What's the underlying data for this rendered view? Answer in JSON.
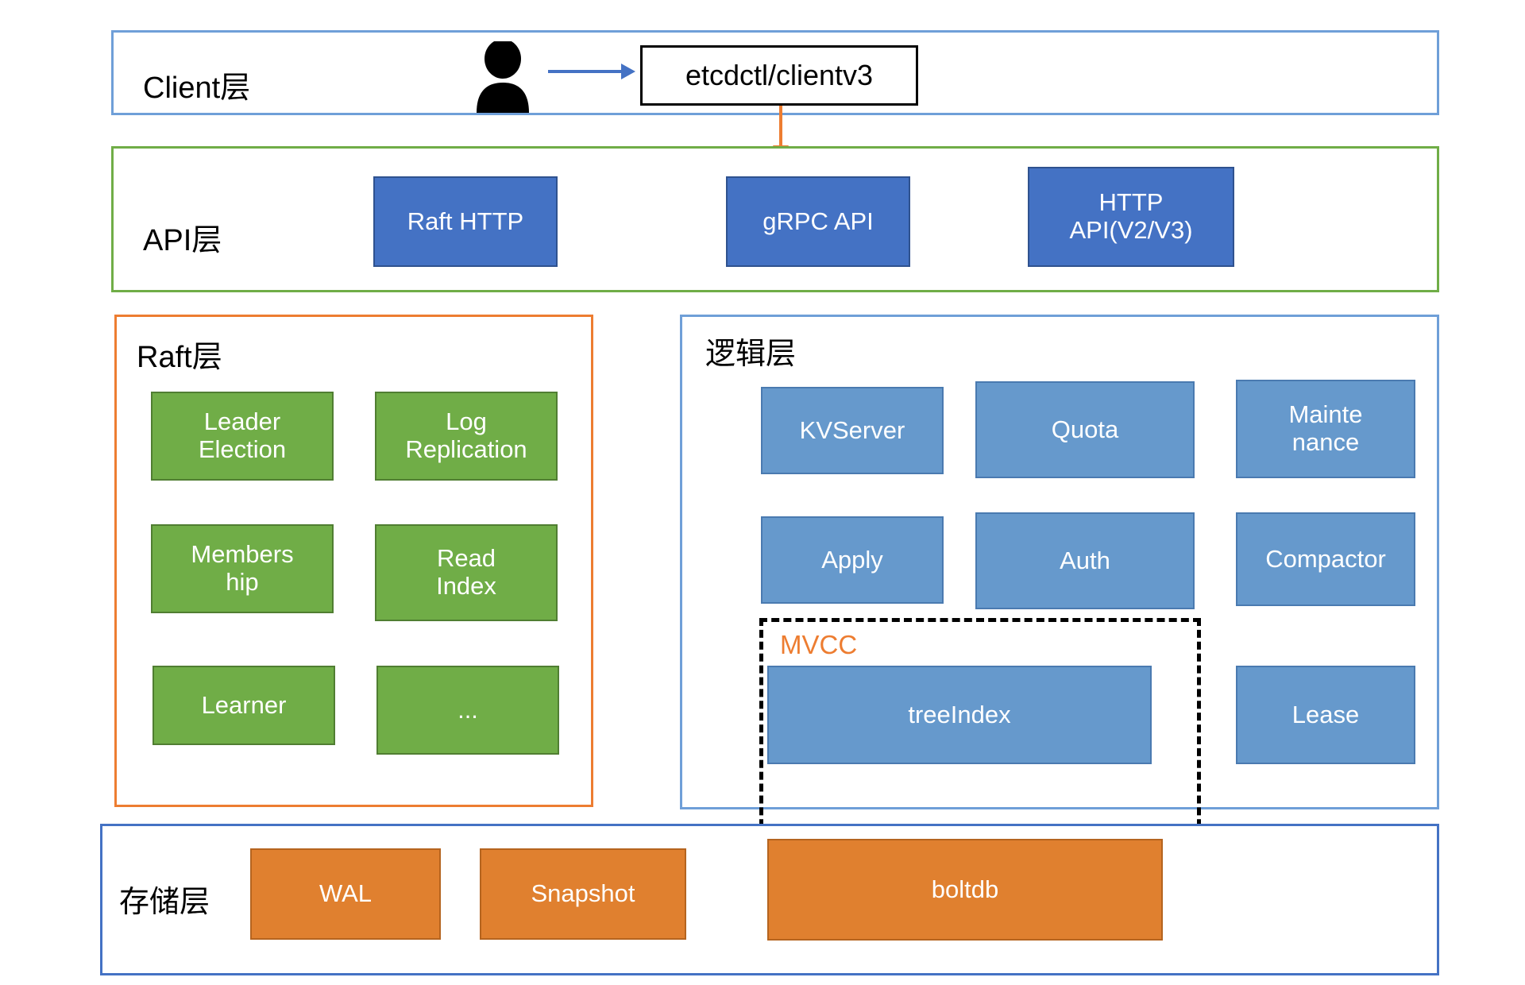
{
  "diagram": {
    "title": "etcd architecture layered diagram",
    "colors": {
      "client_border": "#6f9fd8",
      "api_border": "#70ad47",
      "raft_border": "#ed7d31",
      "logic_border": "#6f9fd8",
      "storage_border": "#4472c4",
      "dark_blue_node": "#4472c4",
      "green_node": "#70ad47",
      "light_blue_node": "#6699cc",
      "orange_node": "#e0802f",
      "mvcc_label": "#ed7d31",
      "arrow_blue": "#4472c4",
      "arrow_orange": "#ed7d31",
      "node_text": "#ffffff"
    }
  },
  "client_layer": {
    "title": "Client层",
    "person_icon": "user-icon",
    "arrow_icon": "arrow-right-icon",
    "cli_box": "etcdctl/clientv3",
    "down_arrow_icon": "arrow-down-icon"
  },
  "api_layer": {
    "title": "API层",
    "nodes": [
      {
        "label": "Raft HTTP"
      },
      {
        "label": "gRPC API"
      },
      {
        "label": "HTTP\nAPI(V2/V3)"
      }
    ]
  },
  "raft_layer": {
    "title": "Raft层",
    "nodes": [
      {
        "label": "Leader\nElection"
      },
      {
        "label": "Log\nReplication"
      },
      {
        "label": "Members\nhip"
      },
      {
        "label": "Read\nIndex"
      },
      {
        "label": "Learner"
      },
      {
        "label": "..."
      }
    ]
  },
  "logic_layer": {
    "title": "逻辑层",
    "nodes": [
      {
        "label": "KVServer"
      },
      {
        "label": "Quota"
      },
      {
        "label": "Mainte\nnance"
      },
      {
        "label": "Apply"
      },
      {
        "label": "Auth"
      },
      {
        "label": "Compactor"
      },
      {
        "label": "treeIndex"
      },
      {
        "label": "Lease"
      }
    ]
  },
  "mvcc": {
    "label": "MVCC"
  },
  "storage_layer": {
    "title": "存储层",
    "nodes": [
      {
        "label": "WAL"
      },
      {
        "label": "Snapshot"
      },
      {
        "label": "boltdb"
      }
    ]
  }
}
